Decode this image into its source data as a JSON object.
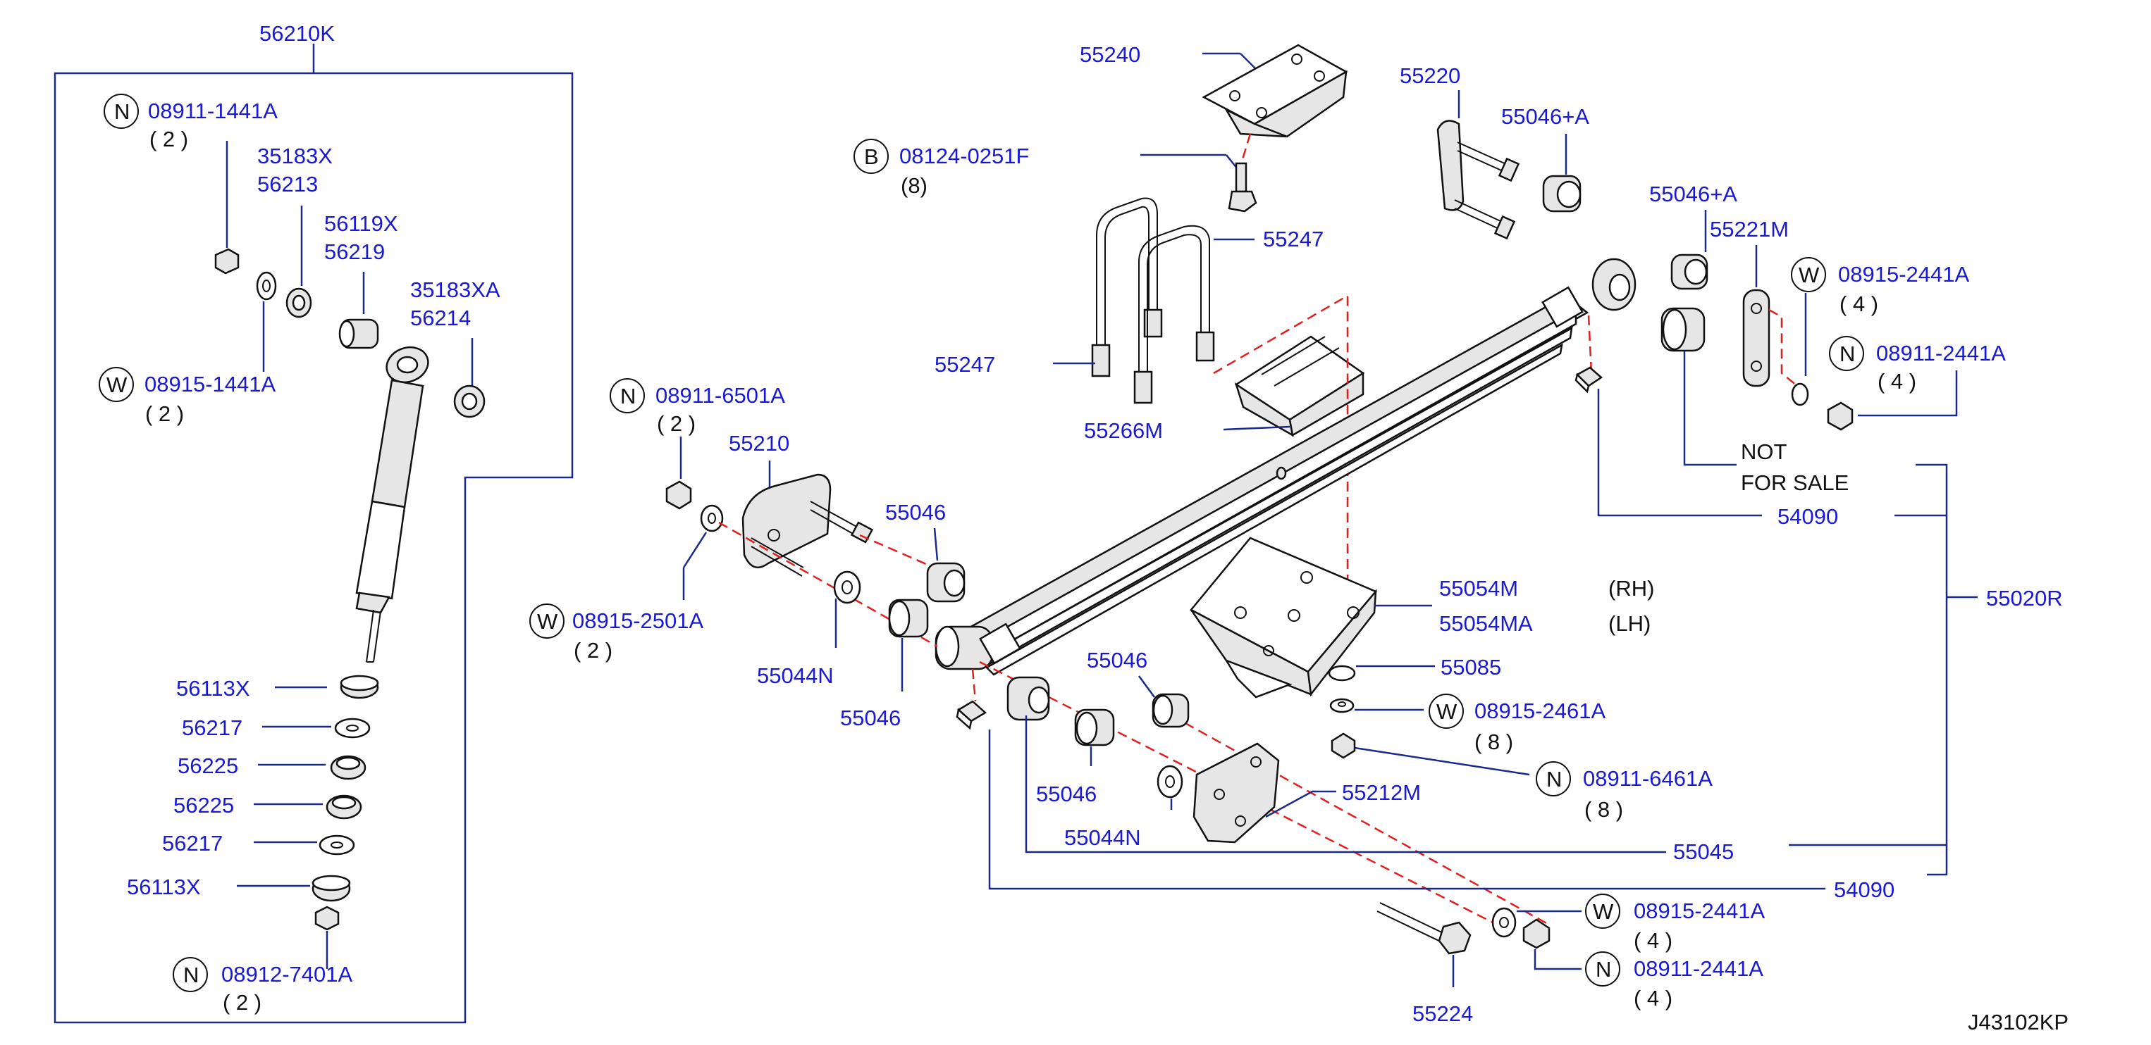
{
  "diagram_code": "J43102KP",
  "callouts": {
    "shock_absorber": "56210K",
    "nut_top": "08911-1441A",
    "nut_top_qty": "( 2 )",
    "p35183X": "35183X",
    "p56213": "56213",
    "p56119X": "56119X",
    "p56219": "56219",
    "p35183XA": "35183XA",
    "p56214": "56214",
    "washer_top": "08915-1441A",
    "washer_top_qty": "( 2 )",
    "p56113X_a": "56113X",
    "p56217_a": "56217",
    "p56225_a": "56225",
    "p56225_b": "56225",
    "p56217_b": "56217",
    "p56113X_b": "56113X",
    "nut_bottom": "08912-7401A",
    "nut_bottom_qty": "( 2 )",
    "p55240": "55240",
    "bolt_b": "08124-0251F",
    "bolt_b_qty": "(8)",
    "p55247_a": "55247",
    "p55247_b": "55247",
    "p55266M": "55266M",
    "p55220": "55220",
    "p55046A_a": "55046+A",
    "p55046A_b": "55046+A",
    "p55221M": "55221M",
    "washer_shackle": "08915-2441A",
    "washer_shackle_qty": "( 4 )",
    "nut_shackle": "08911-2441A",
    "nut_shackle_qty": "( 4 )",
    "not_for_sale": [
      "NOT",
      "FOR  SALE"
    ],
    "p54090_a": "54090",
    "p55020R": "55020R",
    "nut_front": "08911-6501A",
    "nut_front_qty": "( 2 )",
    "p55210": "55210",
    "p55046_a": "55046",
    "washer_front": "08915-2501A",
    "washer_front_qty": "( 2 )",
    "p55044N_a": "55044N",
    "p55046_b": "55046",
    "p55054M": "55054M",
    "rh": "(RH)",
    "p55054MA": "55054MA",
    "lh": "(LH)",
    "p55085": "55085",
    "washer_plate": "08915-2461A",
    "washer_plate_qty": "( 8 )",
    "nut_plate": "08911-6461A",
    "nut_plate_qty": "( 8 )",
    "p55046_c": "55046",
    "p55046_d": "55046",
    "p55212M": "55212M",
    "p55044N_b": "55044N",
    "p55045": "55045",
    "p54090_b": "54090",
    "washer_rear": "08915-2441A",
    "washer_rear_qty": "( 4 )",
    "nut_rear": "08911-2441A",
    "nut_rear_qty": "( 4 )",
    "p55224": "55224"
  },
  "symbols": {
    "nut": "N",
    "washer": "W",
    "bolt": "B"
  },
  "colors": {
    "part_number": "#1a1ad6",
    "leader": "#1a2a8a",
    "centerline": "#e02020"
  }
}
